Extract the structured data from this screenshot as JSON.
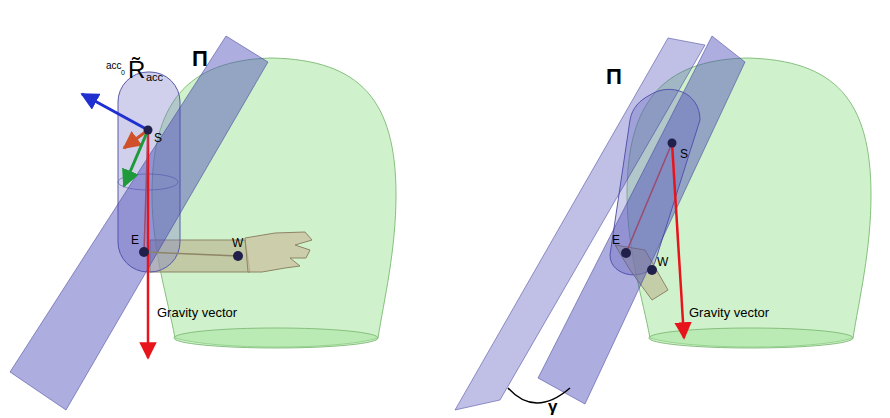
{
  "diagram": {
    "labels": [
      "Π",
      "acc",
      "0",
      "R̃",
      "acc",
      "S",
      "E",
      "W",
      "Gravity vector",
      "Π",
      "S",
      "E",
      "W",
      "Gravity vector",
      "γ"
    ]
  }
}
